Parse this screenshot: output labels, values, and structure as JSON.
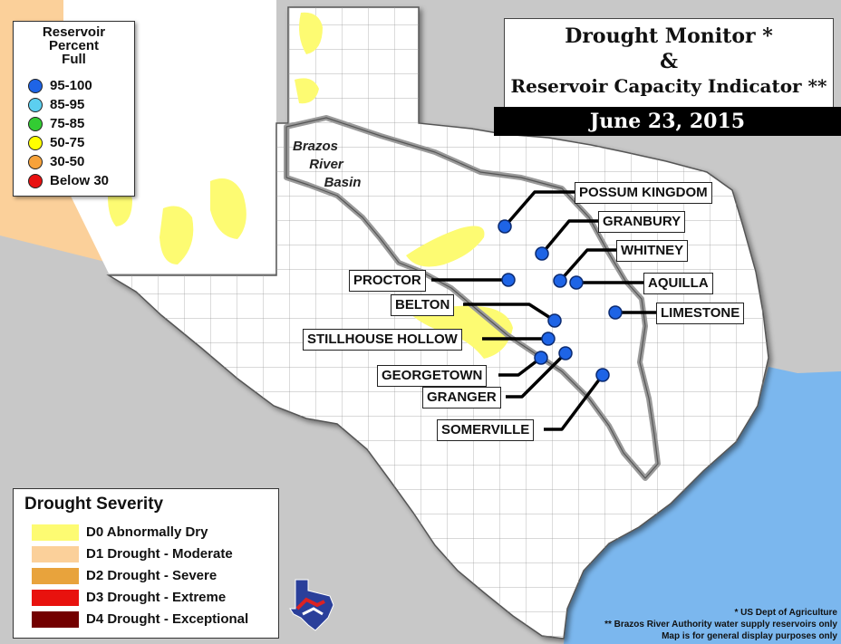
{
  "title": {
    "line1": "Drought Monitor *",
    "line2": "&",
    "line3": "Reservoir Capacity Indicator **",
    "date": "June 23, 2015"
  },
  "basin_label": [
    "Brazos",
    "River",
    "Basin"
  ],
  "reservoir_legend": {
    "title": "Reservoir\nPercent\nFull",
    "items": [
      {
        "label": "95-100",
        "color": "#1e64e6"
      },
      {
        "label": "85-95",
        "color": "#5ccff0"
      },
      {
        "label": "75-85",
        "color": "#33cc33"
      },
      {
        "label": "50-75",
        "color": "#ffff00"
      },
      {
        "label": "30-50",
        "color": "#f7a23a"
      },
      {
        "label": "Below 30",
        "color": "#e81010"
      }
    ]
  },
  "severity_legend": {
    "title": "Drought Severity",
    "items": [
      {
        "label": "D0 Abnormally Dry",
        "color": "#fdfb72"
      },
      {
        "label": "D1 Drought - Moderate",
        "color": "#fbd09a"
      },
      {
        "label": "D2 Drought - Severe",
        "color": "#e8a33c"
      },
      {
        "label": "D3 Drought - Extreme",
        "color": "#e8120e"
      },
      {
        "label": "D4 Drought - Exceptional",
        "color": "#730000"
      }
    ]
  },
  "reservoirs": [
    {
      "name": "POSSUM KINGDOM",
      "percent_class": "95-100"
    },
    {
      "name": "GRANBURY",
      "percent_class": "95-100"
    },
    {
      "name": "WHITNEY",
      "percent_class": "95-100"
    },
    {
      "name": "AQUILLA",
      "percent_class": "95-100"
    },
    {
      "name": "LIMESTONE",
      "percent_class": "95-100"
    },
    {
      "name": "PROCTOR",
      "percent_class": "95-100"
    },
    {
      "name": "BELTON",
      "percent_class": "95-100"
    },
    {
      "name": "STILLHOUSE HOLLOW",
      "percent_class": "95-100"
    },
    {
      "name": "GEORGETOWN",
      "percent_class": "95-100"
    },
    {
      "name": "GRANGER",
      "percent_class": "95-100"
    },
    {
      "name": "SOMERVILLE",
      "percent_class": "95-100"
    }
  ],
  "footnotes": [
    "* US Dept of Agriculture",
    "** Brazos River Authority water supply reservoirs only",
    "Map is for general display purposes only"
  ],
  "colors": {
    "land": "#ffffff",
    "outside": "#c8c8c8",
    "water": "#7bb7ee",
    "county_lines": "#9a9a9a",
    "reservoir_dot": "#1e64e6"
  }
}
